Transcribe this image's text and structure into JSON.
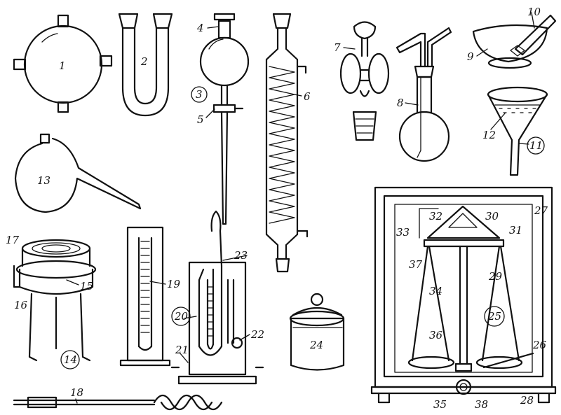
{
  "labels": {
    "l1": "1",
    "l2": "2",
    "l3": "3",
    "l4": "4",
    "l5": "5",
    "l6": "6",
    "l7": "7",
    "l8": "8",
    "l9": "9",
    "l10": "10",
    "l11": "11",
    "l12": "12",
    "l13": "13",
    "l14": "14",
    "l15": "15",
    "l16": "16",
    "l17": "17",
    "l18": "18",
    "l19": "19",
    "l20": "20",
    "l21": "21",
    "l22": "22",
    "l23": "23",
    "l24": "24",
    "l25": "25",
    "l26": "26",
    "l27": "27",
    "l28": "28",
    "l29": "29",
    "l30": "30",
    "l31": "31",
    "l32": "32",
    "l33": "33",
    "l34": "34",
    "l35": "35",
    "l36": "36",
    "l37": "37",
    "l38": "38"
  }
}
